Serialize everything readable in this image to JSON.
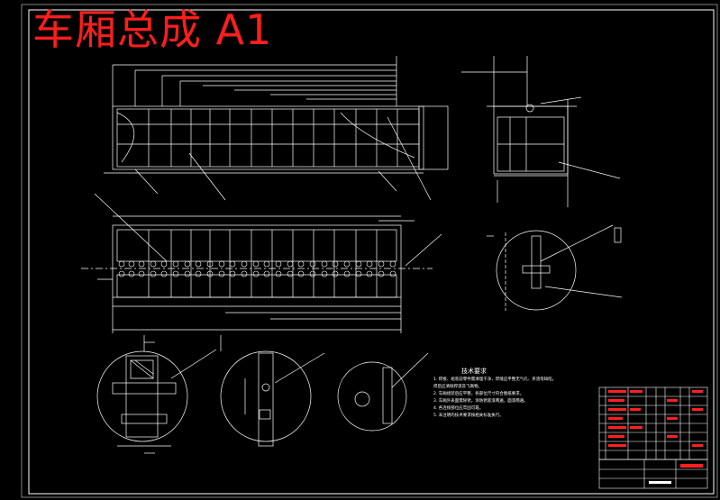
{
  "drawing": {
    "title": "车厢总成 A1",
    "background": "#000000",
    "line_color": "#ffffff",
    "title_color": "#ff1e1e",
    "dimension_color": "#ffffff",
    "part_list_color": "#ff2020"
  },
  "technical_notes": {
    "title": "技术要求",
    "lines": [
      "1. 焊接、组装前零件需清理干净，焊缝应平整无气孔、夹渣等缺陷。",
      "   焊后应清除焊渣及飞溅物。",
      "2. 车厢组装后应平整，各部位尺寸符合图纸要求。",
      "3. 车厢外表面需除锈，涂防锈底漆两遍，面漆两遍。",
      "4. 各连接部位应牢固可靠。",
      "5. 未注明的技术要求按相关标准执行。"
    ]
  }
}
